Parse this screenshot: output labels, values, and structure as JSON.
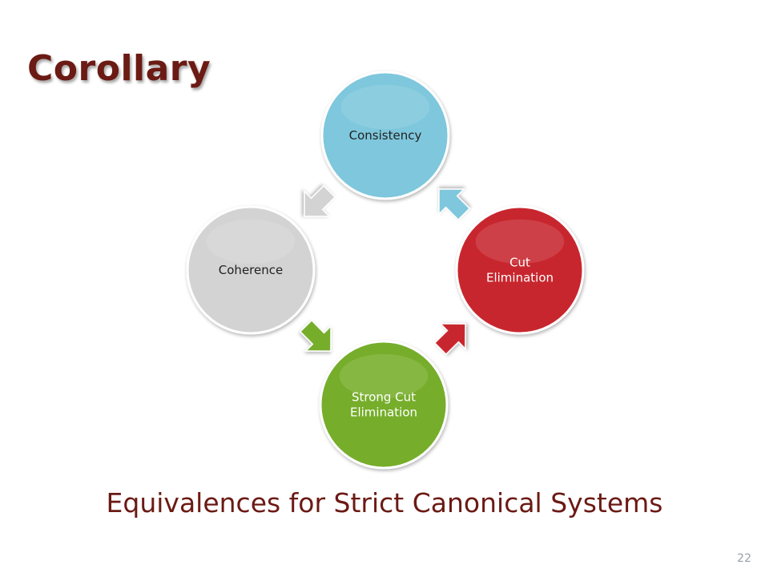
{
  "slide": {
    "title": "Corollary",
    "subtitle": "Equivalences for Strict Canonical Systems",
    "page_number": "22"
  },
  "diagram": {
    "nodes": [
      {
        "id": "consistency",
        "lines": [
          "Consistency"
        ],
        "color": "#7ec7dc",
        "text_color": "#222222"
      },
      {
        "id": "cut-elimination",
        "lines": [
          "Cut",
          "Elimination"
        ],
        "color": "#c8262e",
        "text_color": "#ffffff"
      },
      {
        "id": "strong-cut-elimination",
        "lines": [
          "Strong Cut",
          "Elimination"
        ],
        "color": "#76ad2c",
        "text_color": "#ffffff"
      },
      {
        "id": "coherence",
        "lines": [
          "Coherence"
        ],
        "color": "#d3d3d3",
        "text_color": "#222222"
      }
    ],
    "arrows": [
      {
        "from": "consistency",
        "to": "coherence",
        "color": "#d3d3d3"
      },
      {
        "from": "coherence",
        "to": "strong-cut-elimination",
        "color": "#76ad2c"
      },
      {
        "from": "strong-cut-elimination",
        "to": "cut-elimination",
        "color": "#c8262e"
      },
      {
        "from": "cut-elimination",
        "to": "consistency",
        "color": "#7ec7dc"
      }
    ]
  }
}
